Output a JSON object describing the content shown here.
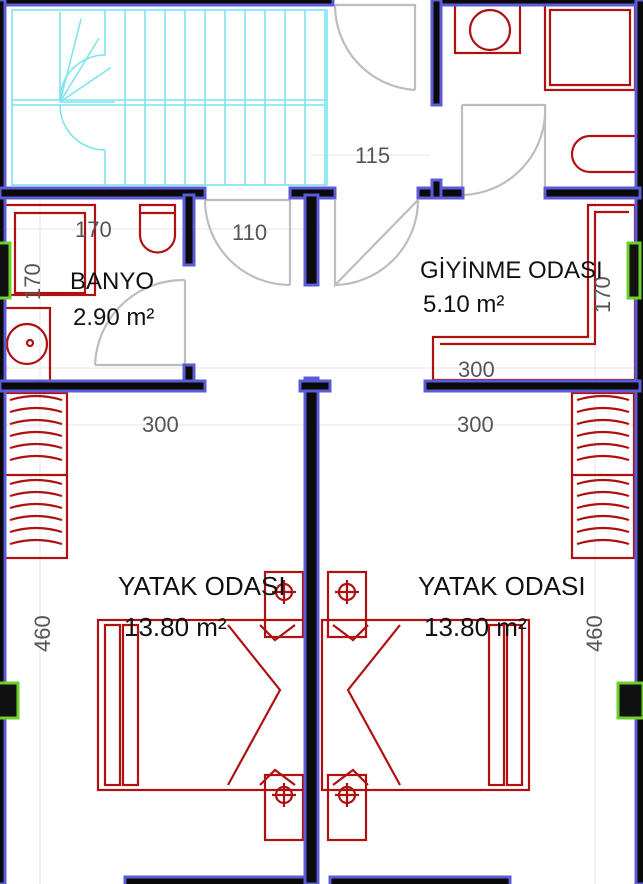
{
  "rooms": [
    {
      "name": "BANYO",
      "area": "2.90 m²"
    },
    {
      "name": "GİYİNME ODASI",
      "area": "5.10 m²"
    },
    {
      "name": "YATAK ODASI",
      "area": "13.80 m²"
    },
    {
      "name": "YATAK ODASI",
      "area": "13.80 m²"
    }
  ],
  "dimensions": {
    "corridor": "115",
    "banyo_width": "170",
    "banyo_depth": "170",
    "hall_width": "110",
    "dressing_depth": "170",
    "dressing_width": "300",
    "bed_left_width": "300",
    "bed_right_width": "300",
    "bed_left_depth": "460",
    "bed_right_depth": "460"
  },
  "colors": {
    "wall": "#0a0a0a",
    "wall_edge": "#5b5bd6",
    "furniture": "#b01010",
    "stairs": "#7fe3f0",
    "window": "#6cd02a"
  }
}
